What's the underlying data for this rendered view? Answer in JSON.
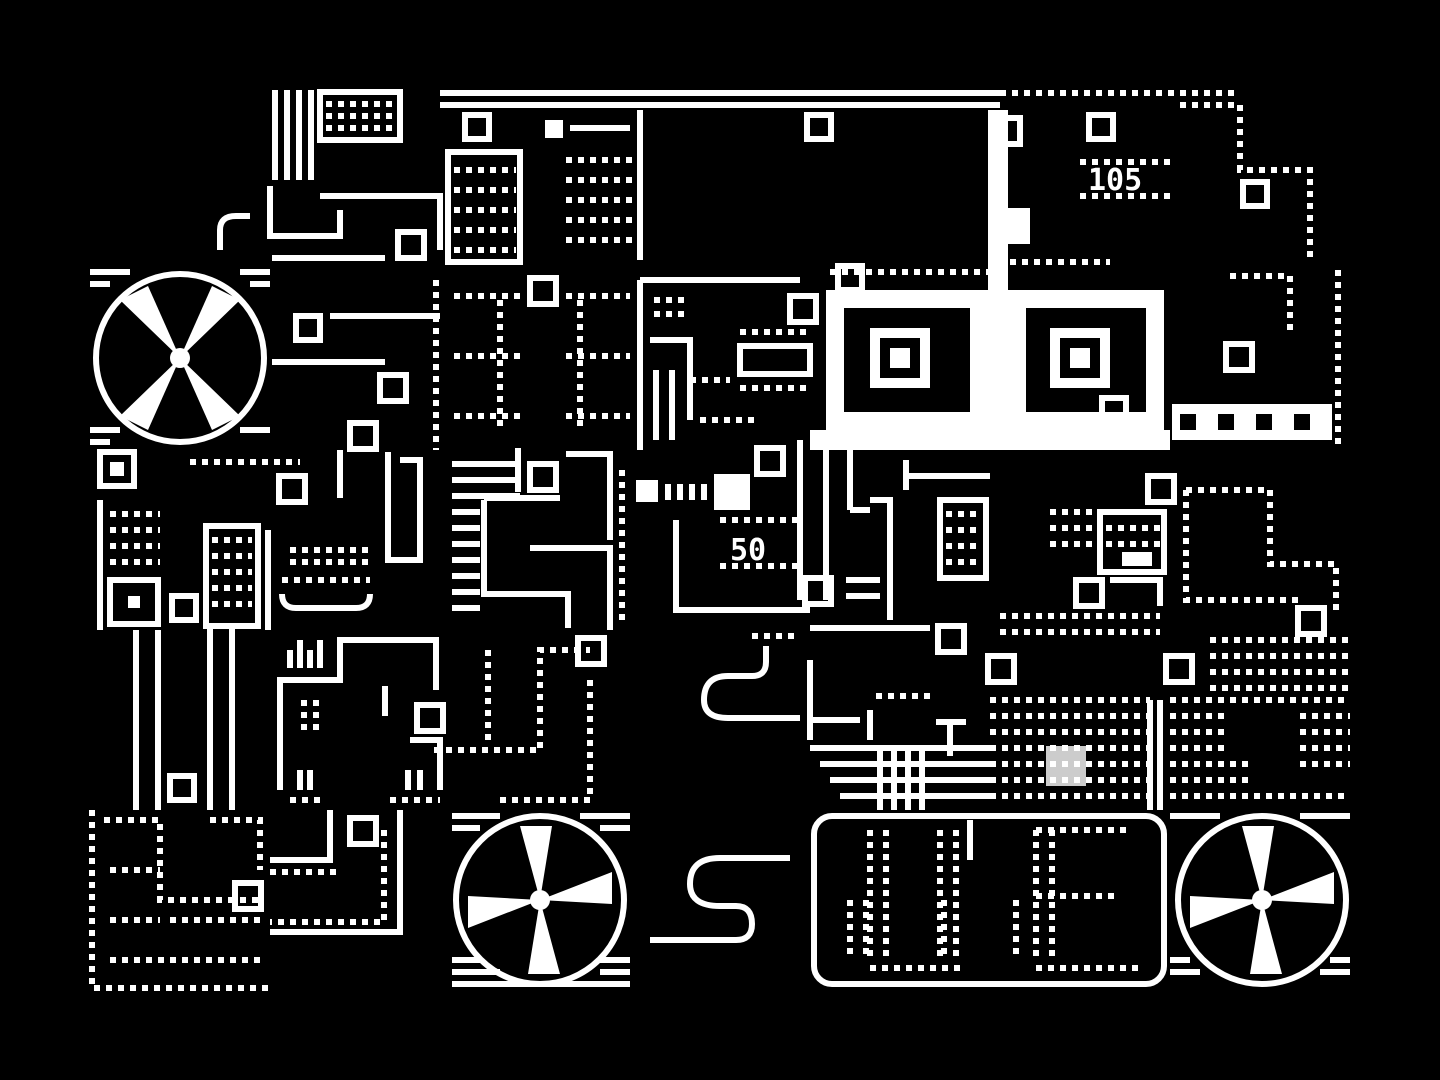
{
  "palette": {
    "background": "#000000",
    "foreground": "#ffffff"
  },
  "labels": {
    "top_code": "105",
    "mid_code": "50",
    "panel_glyphs": "UE"
  },
  "icons": [
    "fan-icon",
    "fan-icon",
    "fan-icon",
    "chip-icon",
    "chip-icon"
  ]
}
